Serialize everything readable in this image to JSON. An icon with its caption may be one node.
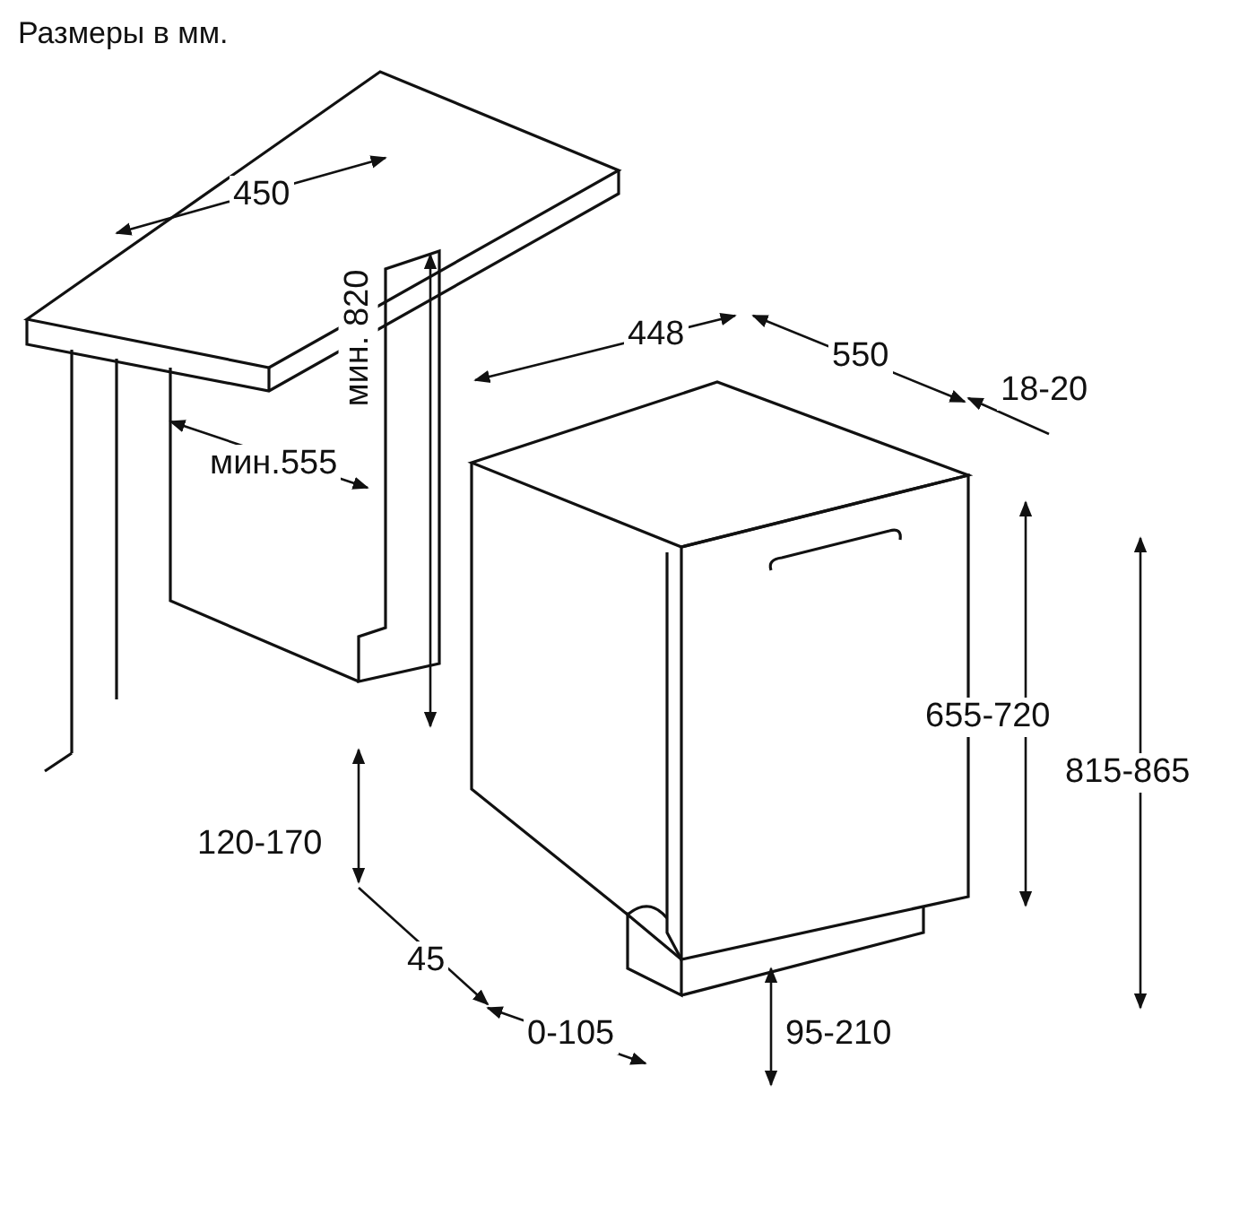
{
  "diagram": {
    "labels": [
      "Размеры в мм.",
      "450",
      "448",
      "550",
      "18-20",
      "мин.555",
      "мин. 820",
      "655-720",
      "815-865",
      "120-170",
      "45",
      "0-105",
      "95-210"
    ]
  }
}
